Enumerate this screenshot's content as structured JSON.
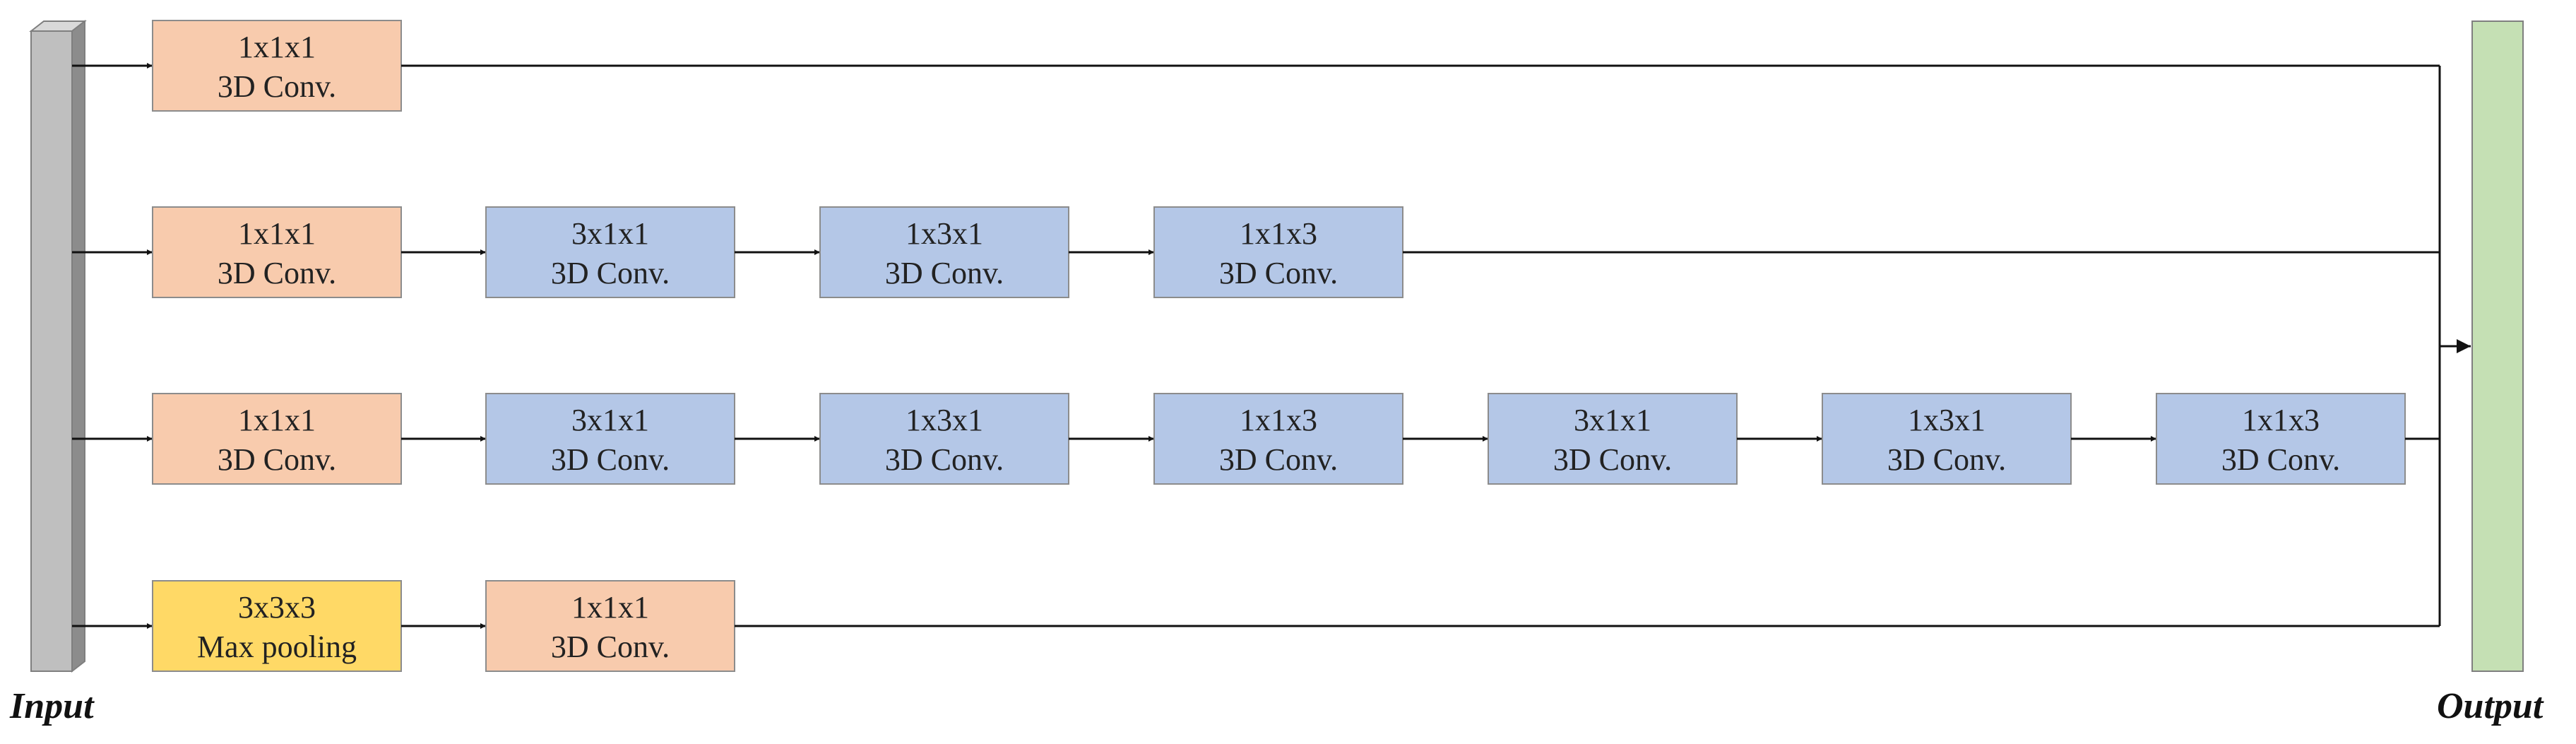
{
  "input_label": "Input",
  "output_label": "Output",
  "colors": {
    "conv1": "#f8cbad",
    "conv_factorized": "#b4c7e7",
    "pool": "#ffd966",
    "output": "#c5e0b4",
    "input": "#bfbfbf"
  },
  "branches": [
    {
      "blocks": [
        {
          "line1": "1x1x1",
          "line2": "3D Conv.",
          "kind": "conv1"
        }
      ]
    },
    {
      "blocks": [
        {
          "line1": "1x1x1",
          "line2": "3D Conv.",
          "kind": "conv1"
        },
        {
          "line1": "3x1x1",
          "line2": "3D Conv.",
          "kind": "conv_factorized"
        },
        {
          "line1": "1x3x1",
          "line2": "3D Conv.",
          "kind": "conv_factorized"
        },
        {
          "line1": "1x1x3",
          "line2": "3D Conv.",
          "kind": "conv_factorized"
        }
      ]
    },
    {
      "blocks": [
        {
          "line1": "1x1x1",
          "line2": "3D Conv.",
          "kind": "conv1"
        },
        {
          "line1": "3x1x1",
          "line2": "3D Conv.",
          "kind": "conv_factorized"
        },
        {
          "line1": "1x3x1",
          "line2": "3D Conv.",
          "kind": "conv_factorized"
        },
        {
          "line1": "1x1x3",
          "line2": "3D Conv.",
          "kind": "conv_factorized"
        },
        {
          "line1": "3x1x1",
          "line2": "3D Conv.",
          "kind": "conv_factorized"
        },
        {
          "line1": "1x3x1",
          "line2": "3D Conv.",
          "kind": "conv_factorized"
        },
        {
          "line1": "1x1x3",
          "line2": "3D Conv.",
          "kind": "conv_factorized"
        }
      ]
    },
    {
      "blocks": [
        {
          "line1": "3x3x3",
          "line2": "Max pooling",
          "kind": "pool"
        },
        {
          "line1": "1x1x1",
          "line2": "3D Conv.",
          "kind": "conv1"
        }
      ]
    }
  ]
}
